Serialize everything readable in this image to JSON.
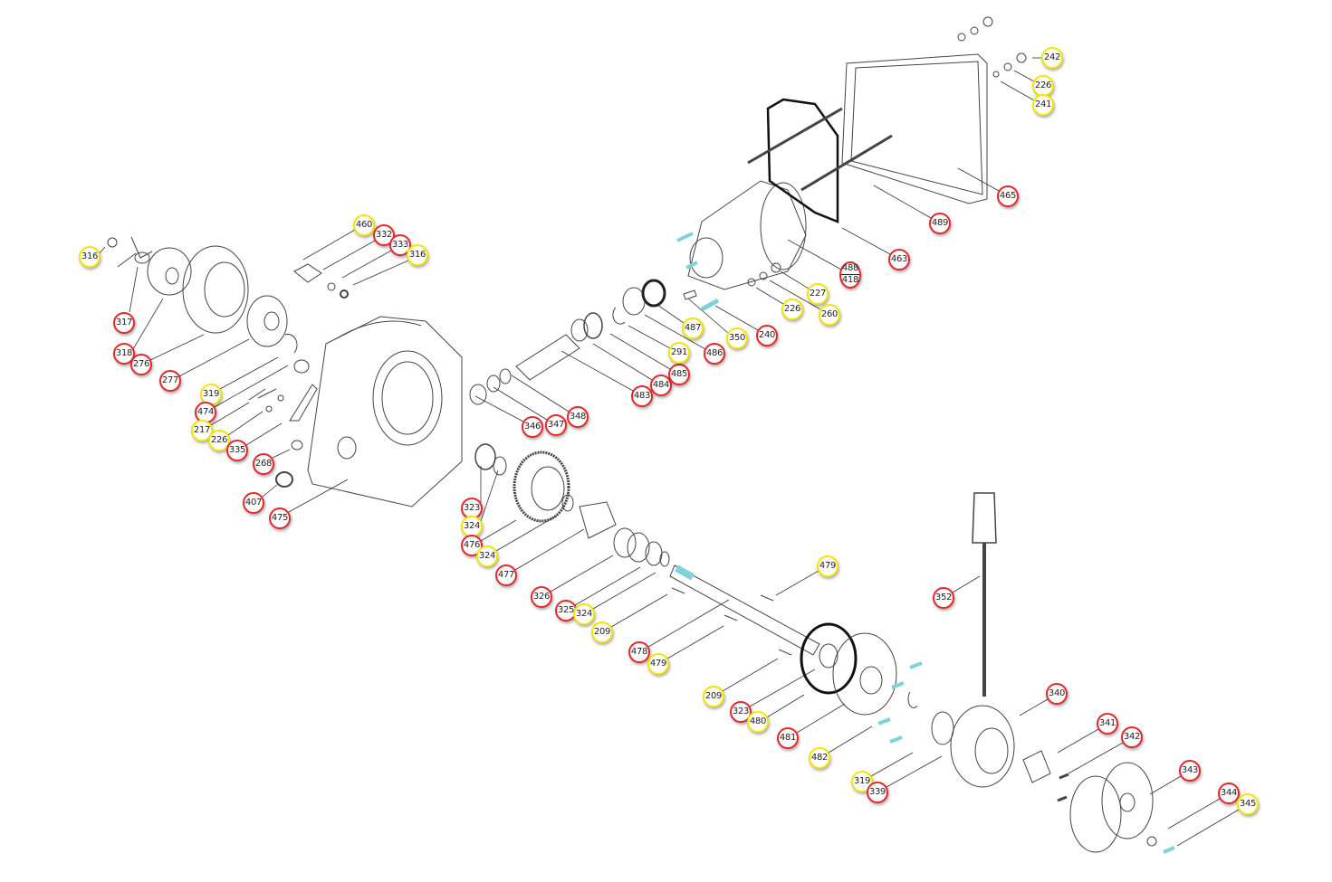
{
  "colors": {
    "main_part": "#e8262a",
    "hardware": "#f2e600",
    "line": "#333333",
    "highlight": "#9fe3e8"
  },
  "callouts": [
    {
      "label": "316",
      "kind": "hardware"
    },
    {
      "label": "317",
      "kind": "part"
    },
    {
      "label": "318",
      "kind": "part"
    },
    {
      "label": "276",
      "kind": "part"
    },
    {
      "label": "277",
      "kind": "part"
    },
    {
      "label": "319",
      "kind": "hardware"
    },
    {
      "label": "474",
      "kind": "part"
    },
    {
      "label": "217",
      "kind": "hardware"
    },
    {
      "label": "226",
      "kind": "hardware"
    },
    {
      "label": "335",
      "kind": "part"
    },
    {
      "label": "268",
      "kind": "part"
    },
    {
      "label": "407",
      "kind": "part"
    },
    {
      "label": "475",
      "kind": "part"
    },
    {
      "label": "460",
      "kind": "hardware"
    },
    {
      "label": "332",
      "kind": "part"
    },
    {
      "label": "333",
      "kind": "part"
    },
    {
      "label": "316",
      "kind": "hardware"
    },
    {
      "label": "346",
      "kind": "part"
    },
    {
      "label": "347",
      "kind": "part"
    },
    {
      "label": "348",
      "kind": "part"
    },
    {
      "label": "483",
      "kind": "part"
    },
    {
      "label": "484",
      "kind": "part"
    },
    {
      "label": "485",
      "kind": "part"
    },
    {
      "label": "291",
      "kind": "hardware"
    },
    {
      "label": "486",
      "kind": "part"
    },
    {
      "label": "487",
      "kind": "hardware"
    },
    {
      "label": "350",
      "kind": "hardware"
    },
    {
      "label": "240",
      "kind": "part"
    },
    {
      "label": "226",
      "kind": "hardware"
    },
    {
      "label": "227",
      "kind": "hardware"
    },
    {
      "label": "260",
      "kind": "hardware"
    },
    {
      "label": "488",
      "label2": "418",
      "kind": "part"
    },
    {
      "label": "463",
      "kind": "part"
    },
    {
      "label": "489",
      "kind": "part"
    },
    {
      "label": "465",
      "kind": "part"
    },
    {
      "label": "242",
      "kind": "hardware"
    },
    {
      "label": "226",
      "kind": "hardware"
    },
    {
      "label": "241",
      "kind": "hardware"
    },
    {
      "label": "323",
      "kind": "part"
    },
    {
      "label": "324",
      "kind": "hardware"
    },
    {
      "label": "476",
      "kind": "part"
    },
    {
      "label": "324",
      "kind": "hardware"
    },
    {
      "label": "477",
      "kind": "part"
    },
    {
      "label": "326",
      "kind": "part"
    },
    {
      "label": "325",
      "kind": "part"
    },
    {
      "label": "324",
      "kind": "hardware"
    },
    {
      "label": "209",
      "kind": "hardware"
    },
    {
      "label": "478",
      "kind": "part"
    },
    {
      "label": "479",
      "kind": "hardware"
    },
    {
      "label": "479",
      "kind": "hardware"
    },
    {
      "label": "209",
      "kind": "hardware"
    },
    {
      "label": "323",
      "kind": "part"
    },
    {
      "label": "480",
      "kind": "hardware"
    },
    {
      "label": "481",
      "kind": "part"
    },
    {
      "label": "482",
      "kind": "hardware"
    },
    {
      "label": "319",
      "kind": "hardware"
    },
    {
      "label": "339",
      "kind": "part"
    },
    {
      "label": "352",
      "kind": "part"
    },
    {
      "label": "340",
      "kind": "part"
    },
    {
      "label": "341",
      "kind": "part"
    },
    {
      "label": "342",
      "kind": "part"
    },
    {
      "label": "343",
      "kind": "part"
    },
    {
      "label": "344",
      "kind": "part"
    },
    {
      "label": "345",
      "kind": "hardware"
    }
  ]
}
